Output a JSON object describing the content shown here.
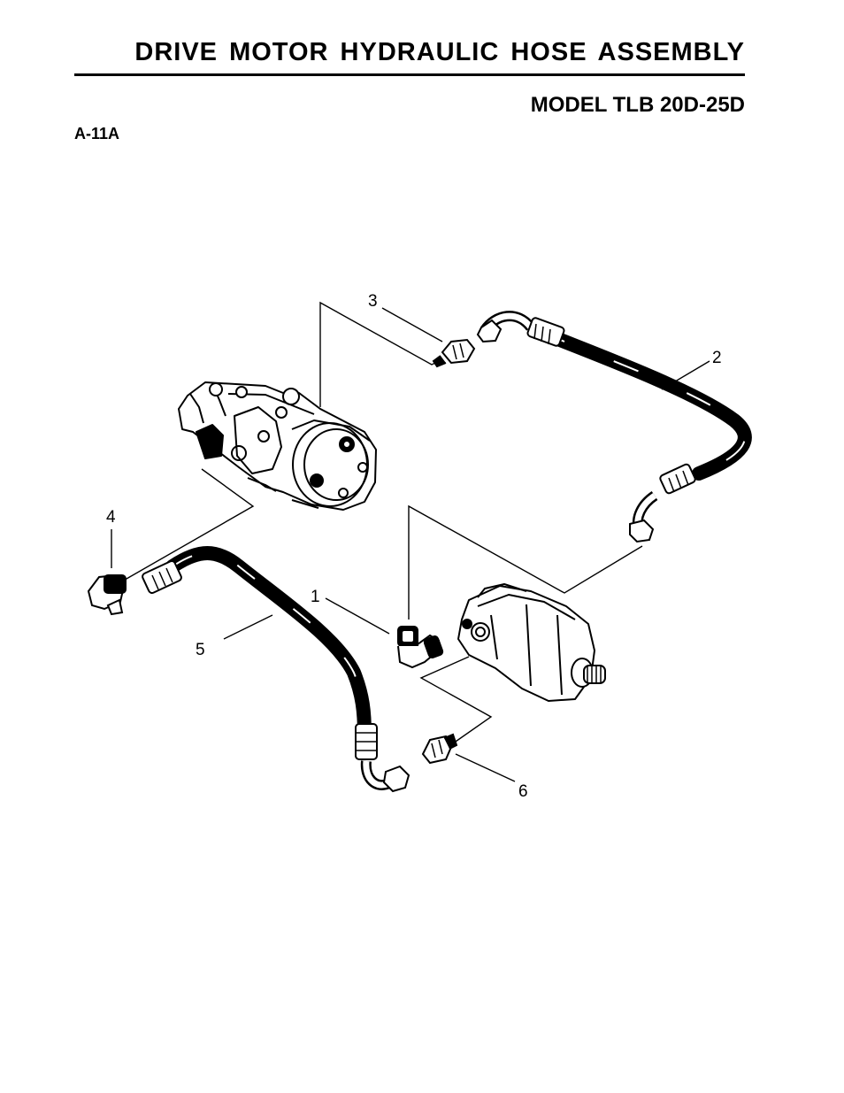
{
  "header": {
    "title": "DRIVE MOTOR HYDRAULIC HOSE ASSEMBLY",
    "model": "MODEL TLB 20D-25D",
    "page_id": "A-11A"
  },
  "callouts": [
    "1",
    "2",
    "3",
    "4",
    "5",
    "6"
  ]
}
